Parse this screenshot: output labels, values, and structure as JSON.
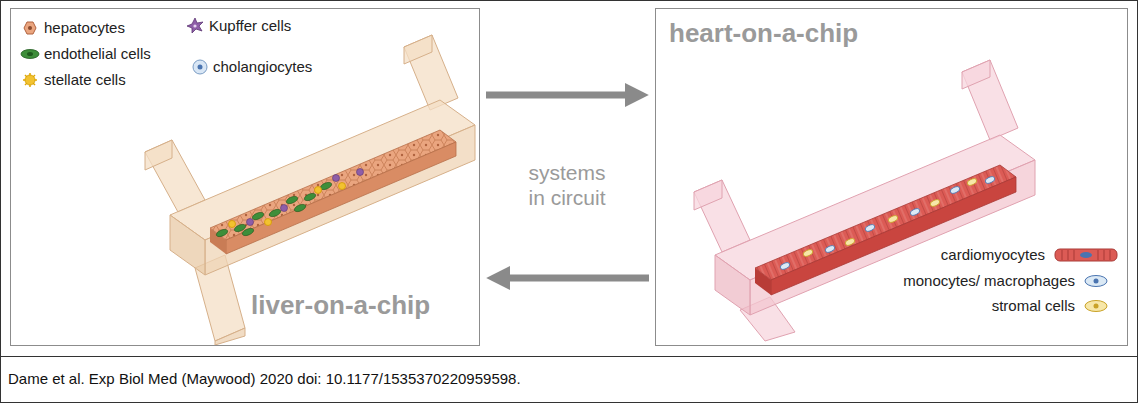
{
  "diagram": {
    "caption": "Dame et al. Exp Biol Med (Maywood) 2020 doi: 10.1177/1535370220959598.",
    "nodes": [
      {
        "text": [
          "liver-on-a-chip"
        ]
      },
      {
        "text": [
          "heart-on-a-chip"
        ]
      }
    ],
    "edges": [
      {
        "from": 0,
        "to": 1,
        "arrow": "to"
      },
      {
        "from": 1,
        "to": 0,
        "arrow": "to"
      }
    ],
    "labels": [
      "systems in circuit"
    ],
    "legend": [
      {
        "text": "hepatocytes"
      },
      {
        "text": "Kupffer cells"
      },
      {
        "text": "endothelial cells"
      },
      {
        "text": "cholangiocytes"
      },
      {
        "text": "stellate cells"
      },
      {
        "text": "cardiomyocytes"
      },
      {
        "text": "monocytes/ macrophages"
      },
      {
        "text": "stromal cells"
      }
    ]
  }
}
